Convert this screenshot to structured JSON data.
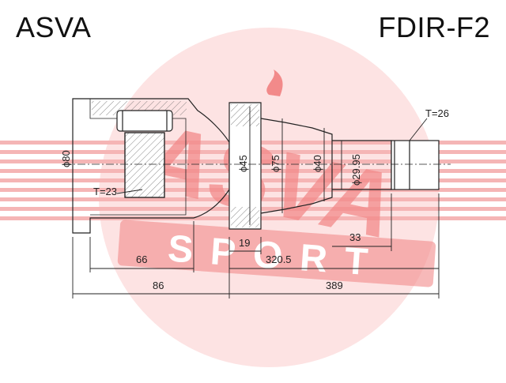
{
  "header": {
    "brand": "ASVA",
    "part_code": "FDIR-F2"
  },
  "watermark": {
    "word_top": "ASVA",
    "word_bottom": "SPORT",
    "color": "#f28a8a",
    "disc_color": "#fde3e3"
  },
  "dimensions": {
    "thread_left": "T=23",
    "thread_right": "T=26",
    "dia_outer": "ϕ80",
    "dia_45": "ϕ45",
    "dia_75": "ϕ75",
    "dia_40": "ϕ40",
    "dia_29": "ϕ29.95",
    "len_19": "19",
    "len_33": "33",
    "len_66": "66",
    "len_320": "320.5",
    "len_86": "86",
    "len_389": "389"
  },
  "colors": {
    "line": "#222222",
    "hatch": "#555555"
  }
}
